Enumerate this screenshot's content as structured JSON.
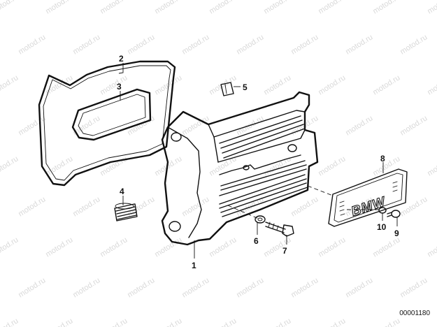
{
  "watermark": "motod.ru",
  "drawing_number": "00001180",
  "emblem_text": "BMW",
  "callouts": {
    "c1": "1",
    "c2": "2",
    "c3": "3",
    "c4": "4",
    "c5": "5",
    "c6": "6",
    "c7": "7",
    "c8": "8",
    "c9": "9",
    "c10": "10"
  }
}
